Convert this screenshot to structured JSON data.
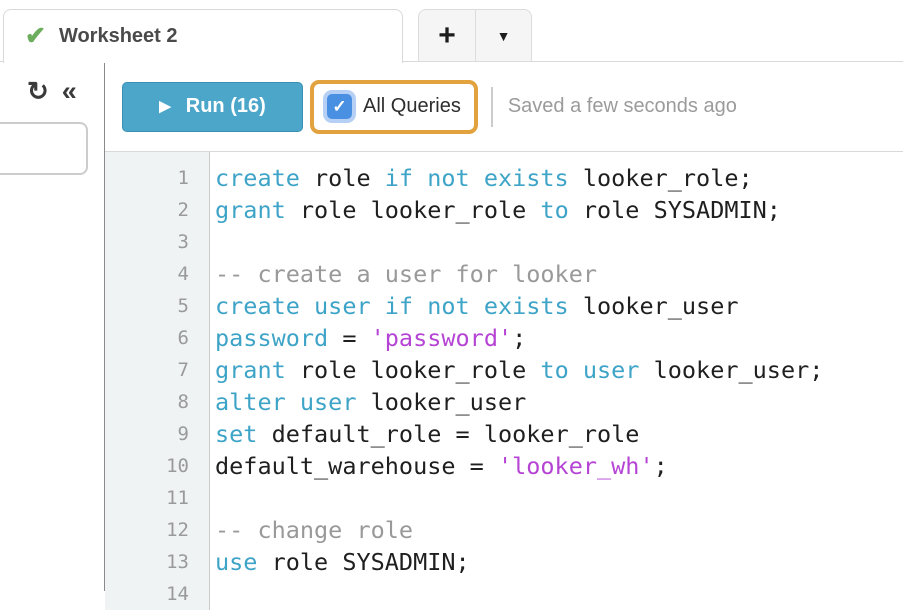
{
  "tab_bar": {
    "active_tab": {
      "label": "Worksheet 2"
    },
    "new_tab_label": "+",
    "tab_menu_label": "▾"
  },
  "toolbar": {
    "run_label": "Run (16)",
    "all_queries_label": "All Queries",
    "all_queries_checked": true,
    "saved_status": "Saved a few seconds ago"
  },
  "icons": {
    "check": "✔",
    "play": "▶",
    "checkmark": "✓",
    "plus": "+",
    "caret": "▼",
    "refresh": "↻",
    "collapse": "«"
  },
  "colors": {
    "keyword": "#3EA4C7",
    "string": "#B544D4",
    "comment": "#999999",
    "code_text": "#1f1f1f",
    "run_button": "#4CA6C9",
    "highlight_orange": "#E2A23E",
    "checkbox_blue": "#4A90E2",
    "tab_check_green": "#6CAE5E",
    "gutter_bg": "#EFF3F4"
  },
  "editor": {
    "lines": [
      {
        "number": "1",
        "tokens": [
          {
            "t": "k",
            "v": "create"
          },
          {
            "t": "t",
            "v": " role "
          },
          {
            "t": "k",
            "v": "if not exists"
          },
          {
            "t": "t",
            "v": " looker_role;"
          }
        ]
      },
      {
        "number": "2",
        "tokens": [
          {
            "t": "k",
            "v": "grant"
          },
          {
            "t": "t",
            "v": " role looker_role "
          },
          {
            "t": "k",
            "v": "to"
          },
          {
            "t": "t",
            "v": " role SYSADMIN;"
          }
        ]
      },
      {
        "number": "3",
        "tokens": []
      },
      {
        "number": "4",
        "tokens": [
          {
            "t": "c",
            "v": "-- create a user for looker"
          }
        ]
      },
      {
        "number": "5",
        "tokens": [
          {
            "t": "k",
            "v": "create user if not exists"
          },
          {
            "t": "t",
            "v": " looker_user"
          }
        ]
      },
      {
        "number": "6",
        "tokens": [
          {
            "t": "k",
            "v": "password"
          },
          {
            "t": "t",
            "v": " = "
          },
          {
            "t": "s",
            "v": "'password'"
          },
          {
            "t": "t",
            "v": ";"
          }
        ]
      },
      {
        "number": "7",
        "tokens": [
          {
            "t": "k",
            "v": "grant"
          },
          {
            "t": "t",
            "v": " role looker_role "
          },
          {
            "t": "k",
            "v": "to user"
          },
          {
            "t": "t",
            "v": " looker_user;"
          }
        ]
      },
      {
        "number": "8",
        "tokens": [
          {
            "t": "k",
            "v": "alter user"
          },
          {
            "t": "t",
            "v": " looker_user"
          }
        ]
      },
      {
        "number": "9",
        "tokens": [
          {
            "t": "k",
            "v": "set"
          },
          {
            "t": "t",
            "v": " default_role = looker_role"
          }
        ]
      },
      {
        "number": "10",
        "tokens": [
          {
            "t": "t",
            "v": "default_warehouse = "
          },
          {
            "t": "s",
            "v": "'looker_wh'"
          },
          {
            "t": "t",
            "v": ";"
          }
        ]
      },
      {
        "number": "11",
        "tokens": []
      },
      {
        "number": "12",
        "tokens": [
          {
            "t": "c",
            "v": "-- change role"
          }
        ]
      },
      {
        "number": "13",
        "tokens": [
          {
            "t": "k",
            "v": "use"
          },
          {
            "t": "t",
            "v": " role SYSADMIN;"
          }
        ]
      },
      {
        "number": "14",
        "tokens": []
      }
    ]
  }
}
